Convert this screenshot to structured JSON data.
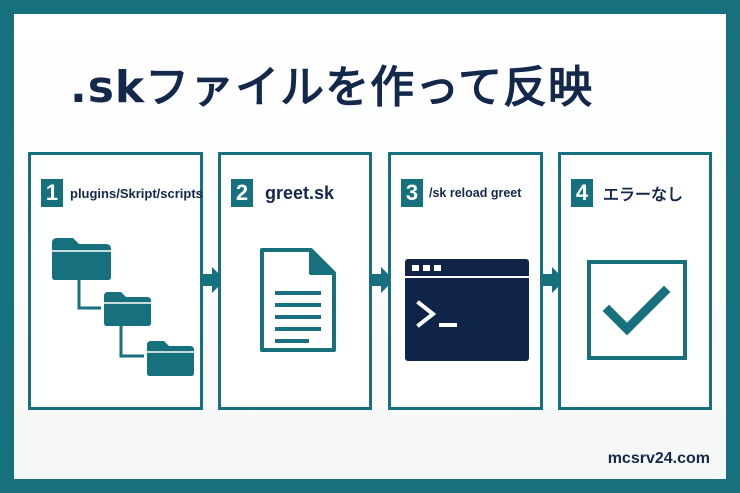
{
  "title": ".skファイルを作って反映",
  "steps": [
    {
      "number": "1",
      "label": "plugins/Skript/scripts",
      "icon": "folder-tree-icon"
    },
    {
      "number": "2",
      "label": "greet.sk",
      "icon": "document-icon"
    },
    {
      "number": "3",
      "label": "/sk reload greet",
      "icon": "terminal-icon"
    },
    {
      "number": "4",
      "label": "エラーなし",
      "icon": "checkmark-icon"
    }
  ],
  "footer": "mcsrv24.com",
  "colors": {
    "frame": "#17707d",
    "teal": "#17707d",
    "navy": "#13284a",
    "terminal": "#0f2446"
  }
}
